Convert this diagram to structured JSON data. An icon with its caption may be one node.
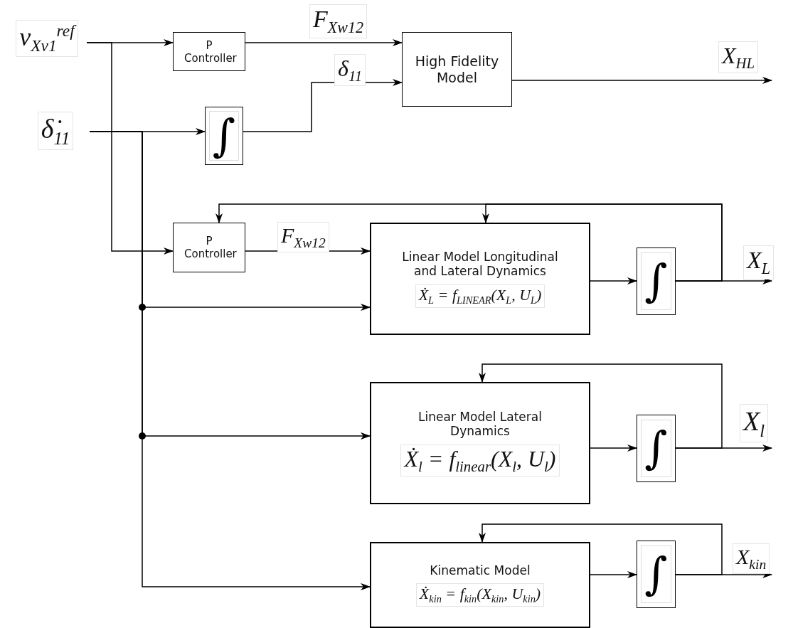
{
  "diagram": {
    "nodes": [
      {
        "text": [
          "v$_{Xv1}$$^{ref}$"
        ]
      },
      {
        "text": [
          "δ̇$_{11}$"
        ]
      },
      {
        "text": [
          "P Controller"
        ]
      },
      {
        "text": [
          "∫"
        ]
      },
      {
        "text": [
          "High Fidelity Model"
        ]
      },
      {
        "text": [
          "P Controller"
        ]
      },
      {
        "text": [
          "Linear Model Longitudinal and Lateral Dynamics",
          "Ẋ$_{L}$ = f$_{LINEAR}$(X$_{L}$, U$_{L}$)"
        ]
      },
      {
        "text": [
          "∫"
        ]
      },
      {
        "text": [
          "Linear Model Lateral Dynamics",
          "Ẋ$_{l}$ = f$_{linear}$(X$_{l}$, U$_{l}$)"
        ]
      },
      {
        "text": [
          "∫"
        ]
      },
      {
        "text": [
          "Kinematic Model",
          "Ẋ$_{kin}$ = f$_{kin}$(X$_{kin}$, U$_{kin}$)"
        ]
      },
      {
        "text": [
          "∫"
        ]
      }
    ],
    "edges": [
      {
        "from": 0,
        "to": 2,
        "arrow": "to"
      },
      {
        "from": 0,
        "to": 5,
        "arrow": "to"
      },
      {
        "from": 1,
        "to": 3,
        "arrow": "to"
      },
      {
        "from": 1,
        "to": 6,
        "arrow": "to"
      },
      {
        "from": 1,
        "to": 8,
        "arrow": "to"
      },
      {
        "from": 1,
        "to": 10,
        "arrow": "to"
      },
      {
        "from": 2,
        "to": 4,
        "arrow": "to",
        "label": "F$_{Xw12}$"
      },
      {
        "from": 3,
        "to": 4,
        "arrow": "to",
        "label": "δ$_{11}$"
      },
      {
        "from": 4,
        "to": null,
        "arrow": "to",
        "label": "X$_{HL}$"
      },
      {
        "from": 5,
        "to": 6,
        "arrow": "to",
        "label": "F$_{Xw12}$"
      },
      {
        "from": 6,
        "to": 7,
        "arrow": "to"
      },
      {
        "from": 7,
        "to": null,
        "arrow": "to",
        "label": "X$_{L}$"
      },
      {
        "from": 7,
        "to": 5,
        "arrow": "to"
      },
      {
        "from": 7,
        "to": 6,
        "arrow": "to"
      },
      {
        "from": 8,
        "to": 9,
        "arrow": "to"
      },
      {
        "from": 9,
        "to": null,
        "arrow": "to",
        "label": "X$_{l}$"
      },
      {
        "from": 9,
        "to": 8,
        "arrow": "to"
      },
      {
        "from": 10,
        "to": 11,
        "arrow": "to"
      },
      {
        "from": 11,
        "to": null,
        "arrow": "to",
        "label": "X$_{kin}$"
      },
      {
        "from": 11,
        "to": 10,
        "arrow": "to"
      }
    ]
  }
}
